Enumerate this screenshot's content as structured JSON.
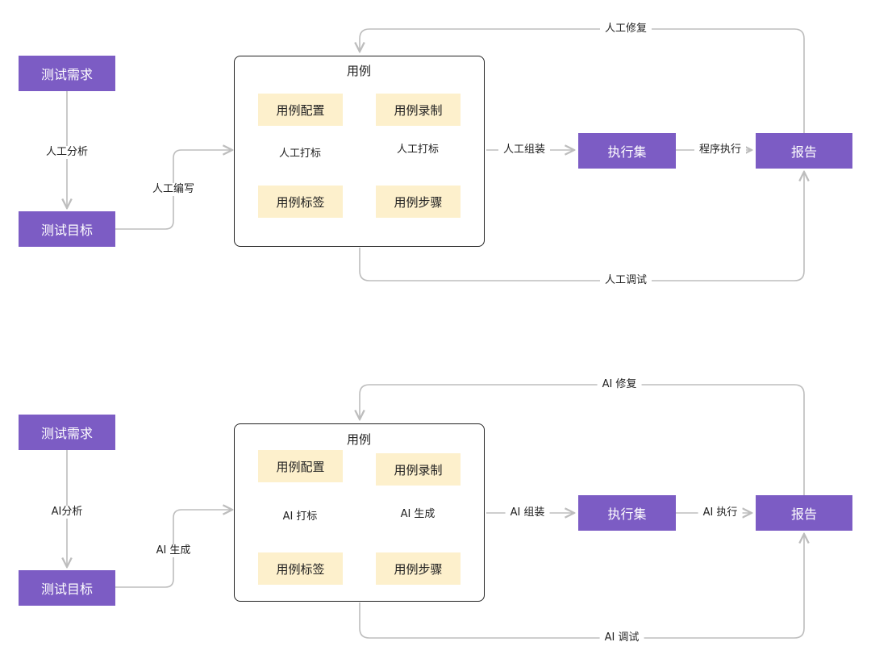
{
  "colors": {
    "node_fill": "#7c5cc4",
    "sub_fill": "#fdf0cc",
    "connector": "#bdbdbd",
    "inner_arrow": "#111111"
  },
  "manual": {
    "requirement": "测试需求",
    "analysis": "人工分析",
    "target": "测试目标",
    "write": "人工编写",
    "case_title": "用例",
    "case_config": "用例配置",
    "case_record": "用例录制",
    "tag_label": "人工打标",
    "record_label": "人工打标",
    "case_tag": "用例标签",
    "case_step": "用例步骤",
    "assemble": "人工组装",
    "exec_set": "执行集",
    "execute": "程序执行",
    "report": "报告",
    "repair": "人工修复",
    "debug": "人工调试"
  },
  "ai": {
    "requirement": "测试需求",
    "analysis": "AI分析",
    "target": "测试目标",
    "write": "AI 生成",
    "case_title": "用例",
    "case_config": "用例配置",
    "case_record": "用例录制",
    "tag_label": "AI 打标",
    "record_label": "AI 生成",
    "case_tag": "用例标签",
    "case_step": "用例步骤",
    "assemble": "AI 组装",
    "exec_set": "执行集",
    "execute": "AI 执行",
    "report": "报告",
    "repair": "AI 修复",
    "debug": "AI 调试"
  }
}
